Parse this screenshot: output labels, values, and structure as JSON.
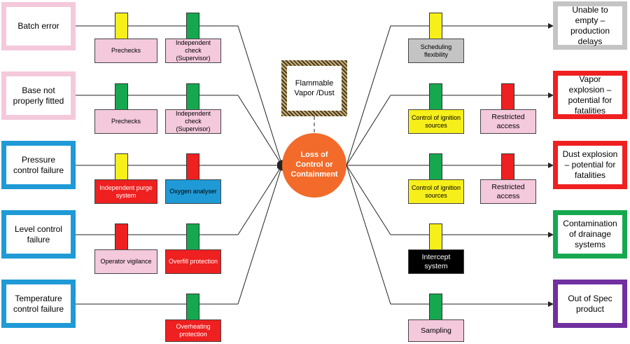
{
  "colors": {
    "pink_fill": "#f4c9dc",
    "blue_border": "#1f9ad6",
    "red": "#ef2020",
    "green": "#16a84f",
    "yellow": "#f7ef1a",
    "gray": "#c4c4c4",
    "purple": "#7030a0",
    "orange_event": "#f26b2a",
    "black": "#000000"
  },
  "hazard": {
    "label": "Flammable Vapor /Dust"
  },
  "top_event": {
    "label": "Loss of Control or Containment"
  },
  "threats": [
    {
      "label": "Batch error",
      "border": "pink",
      "barriers": [
        {
          "label": "Prechecks",
          "fill": "pink",
          "indicator": "yellow"
        },
        {
          "label": "Independent check (Supervisor)",
          "fill": "pink",
          "indicator": "green"
        }
      ]
    },
    {
      "label": "Base not properly fitted",
      "border": "pink",
      "barriers": [
        {
          "label": "Prechecks",
          "fill": "pink",
          "indicator": "green"
        },
        {
          "label": "Independent check (Supervisor)",
          "fill": "pink",
          "indicator": "green"
        }
      ]
    },
    {
      "label": "Pressure control failure",
      "border": "blue",
      "barriers": [
        {
          "label": "Independent purge system",
          "fill": "red",
          "indicator": "yellow"
        },
        {
          "label": "Oxygen analyser",
          "fill": "blue",
          "indicator": "red"
        }
      ]
    },
    {
      "label": "Level control failure",
      "border": "blue",
      "barriers": [
        {
          "label": "Operator vigilance",
          "fill": "pink",
          "indicator": "red"
        },
        {
          "label": "Overfill protection",
          "fill": "red",
          "indicator": "green"
        }
      ]
    },
    {
      "label": "Temperature control failure",
      "border": "blue",
      "barriers": [
        {
          "label": "Overheating protection",
          "fill": "red",
          "indicator": "green"
        }
      ]
    }
  ],
  "consequences": [
    {
      "label": "Unable to empty – production delays",
      "border": "gray",
      "barriers": [
        {
          "label": "Scheduling flexibility",
          "fill": "gray",
          "indicator": "yellow"
        }
      ]
    },
    {
      "label": "Vapor explosion – potential for fatalities",
      "border": "red",
      "barriers": [
        {
          "label": "Control of ignition sources",
          "fill": "yellow",
          "indicator": "green"
        },
        {
          "label": "Restricted access",
          "fill": "pink",
          "indicator": "red"
        }
      ]
    },
    {
      "label": "Dust explosion – potential for fatalities",
      "border": "red",
      "barriers": [
        {
          "label": "Control of ignition sources",
          "fill": "yellow",
          "indicator": "green"
        },
        {
          "label": "Restricted access",
          "fill": "pink",
          "indicator": "red"
        }
      ]
    },
    {
      "label": "Contamination of drainage systems",
      "border": "green",
      "barriers": [
        {
          "label": "Intercept system",
          "fill": "black",
          "indicator": "yellow"
        }
      ]
    },
    {
      "label": "Out of Spec product",
      "border": "purple",
      "barriers": [
        {
          "label": "Sampling",
          "fill": "pink",
          "indicator": "green"
        }
      ]
    }
  ]
}
